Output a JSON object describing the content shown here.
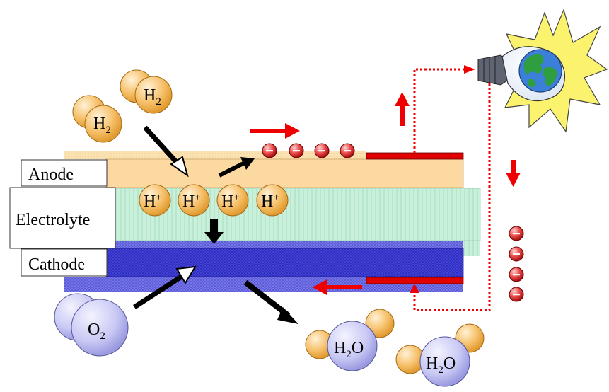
{
  "layers": {
    "anode": "Anode",
    "electrolyte": "Electrolyte",
    "cathode": "Cathode"
  },
  "molecules": {
    "hydrogen": {
      "main": "H",
      "sub": "2"
    },
    "oxygen": {
      "main": "O",
      "sub": "2"
    },
    "water": {
      "main_a": "H",
      "sub": "2",
      "main_b": "O"
    }
  },
  "proton": {
    "main": "H",
    "sup": "+"
  },
  "electron": {
    "symbol": "-"
  },
  "colors": {
    "anode": "#f7d7a2",
    "electrolyte": "#c5ecd7",
    "cathode": "#3a3ad8",
    "hydrogen_atom": "#f4b455",
    "oxygen_atom": "#c7c7f3",
    "electron": "#e23a3a",
    "circuit": "#ee0000",
    "sun": "#fbf06a"
  },
  "icons": [
    "light-bulb-icon",
    "sun-icon",
    "earth-icon"
  ]
}
